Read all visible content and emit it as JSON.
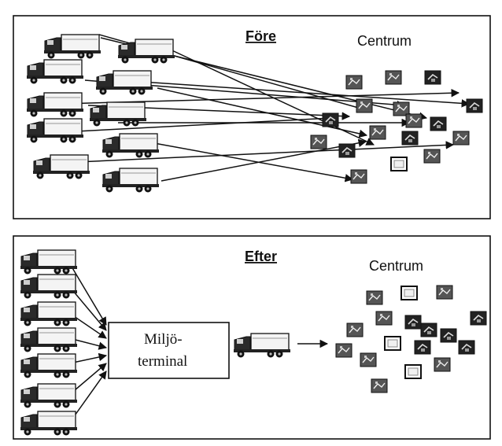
{
  "top_panel": {
    "heading": "Före",
    "destination_label": "Centrum"
  },
  "bottom_panel": {
    "heading": "Efter",
    "destination_label": "Centrum",
    "terminal_label_line1": "Miljö-",
    "terminal_label_line2": "terminal"
  },
  "icons": {
    "vehicle": "truck-icon",
    "delivery_point": "building-icon"
  },
  "colors": {
    "ink": "#111111",
    "paper": "#ffffff"
  }
}
